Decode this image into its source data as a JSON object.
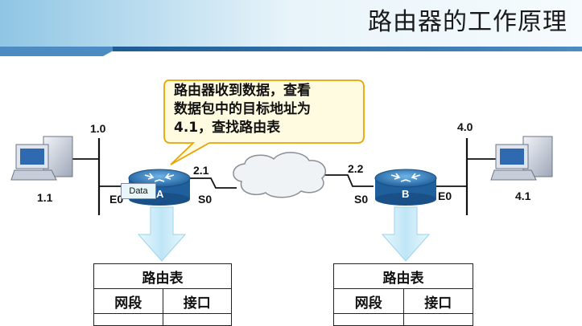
{
  "title": "路由器的工作原理",
  "callout": {
    "lines": [
      "路由器收到数据，查看",
      "数据包中的目标地址为",
      "4.1，查找路由表"
    ]
  },
  "network": {
    "left_net": "1.0",
    "right_net": "4.0",
    "left_host": "1.1",
    "right_host": "4.1",
    "router_a": "A",
    "router_b": "B",
    "a_e0": "E0",
    "a_s0": "S0",
    "b_s0": "S0",
    "b_e0": "E0",
    "a_serial_ip": "2.1",
    "b_serial_ip": "2.2",
    "packet": "Data"
  },
  "tables": [
    {
      "title": "路由表",
      "col_net": "网段",
      "col_iface": "接口"
    },
    {
      "title": "路由表",
      "col_net": "网段",
      "col_iface": "接口"
    }
  ],
  "colors": {
    "header_band": "#dfeef7",
    "header_stripe": "#1d5c94",
    "router_blue": "#2f7fc0",
    "arrow_blue": "#bfe6f6",
    "callout_fill": "#fffbe0",
    "callout_border": "#e8a400"
  }
}
